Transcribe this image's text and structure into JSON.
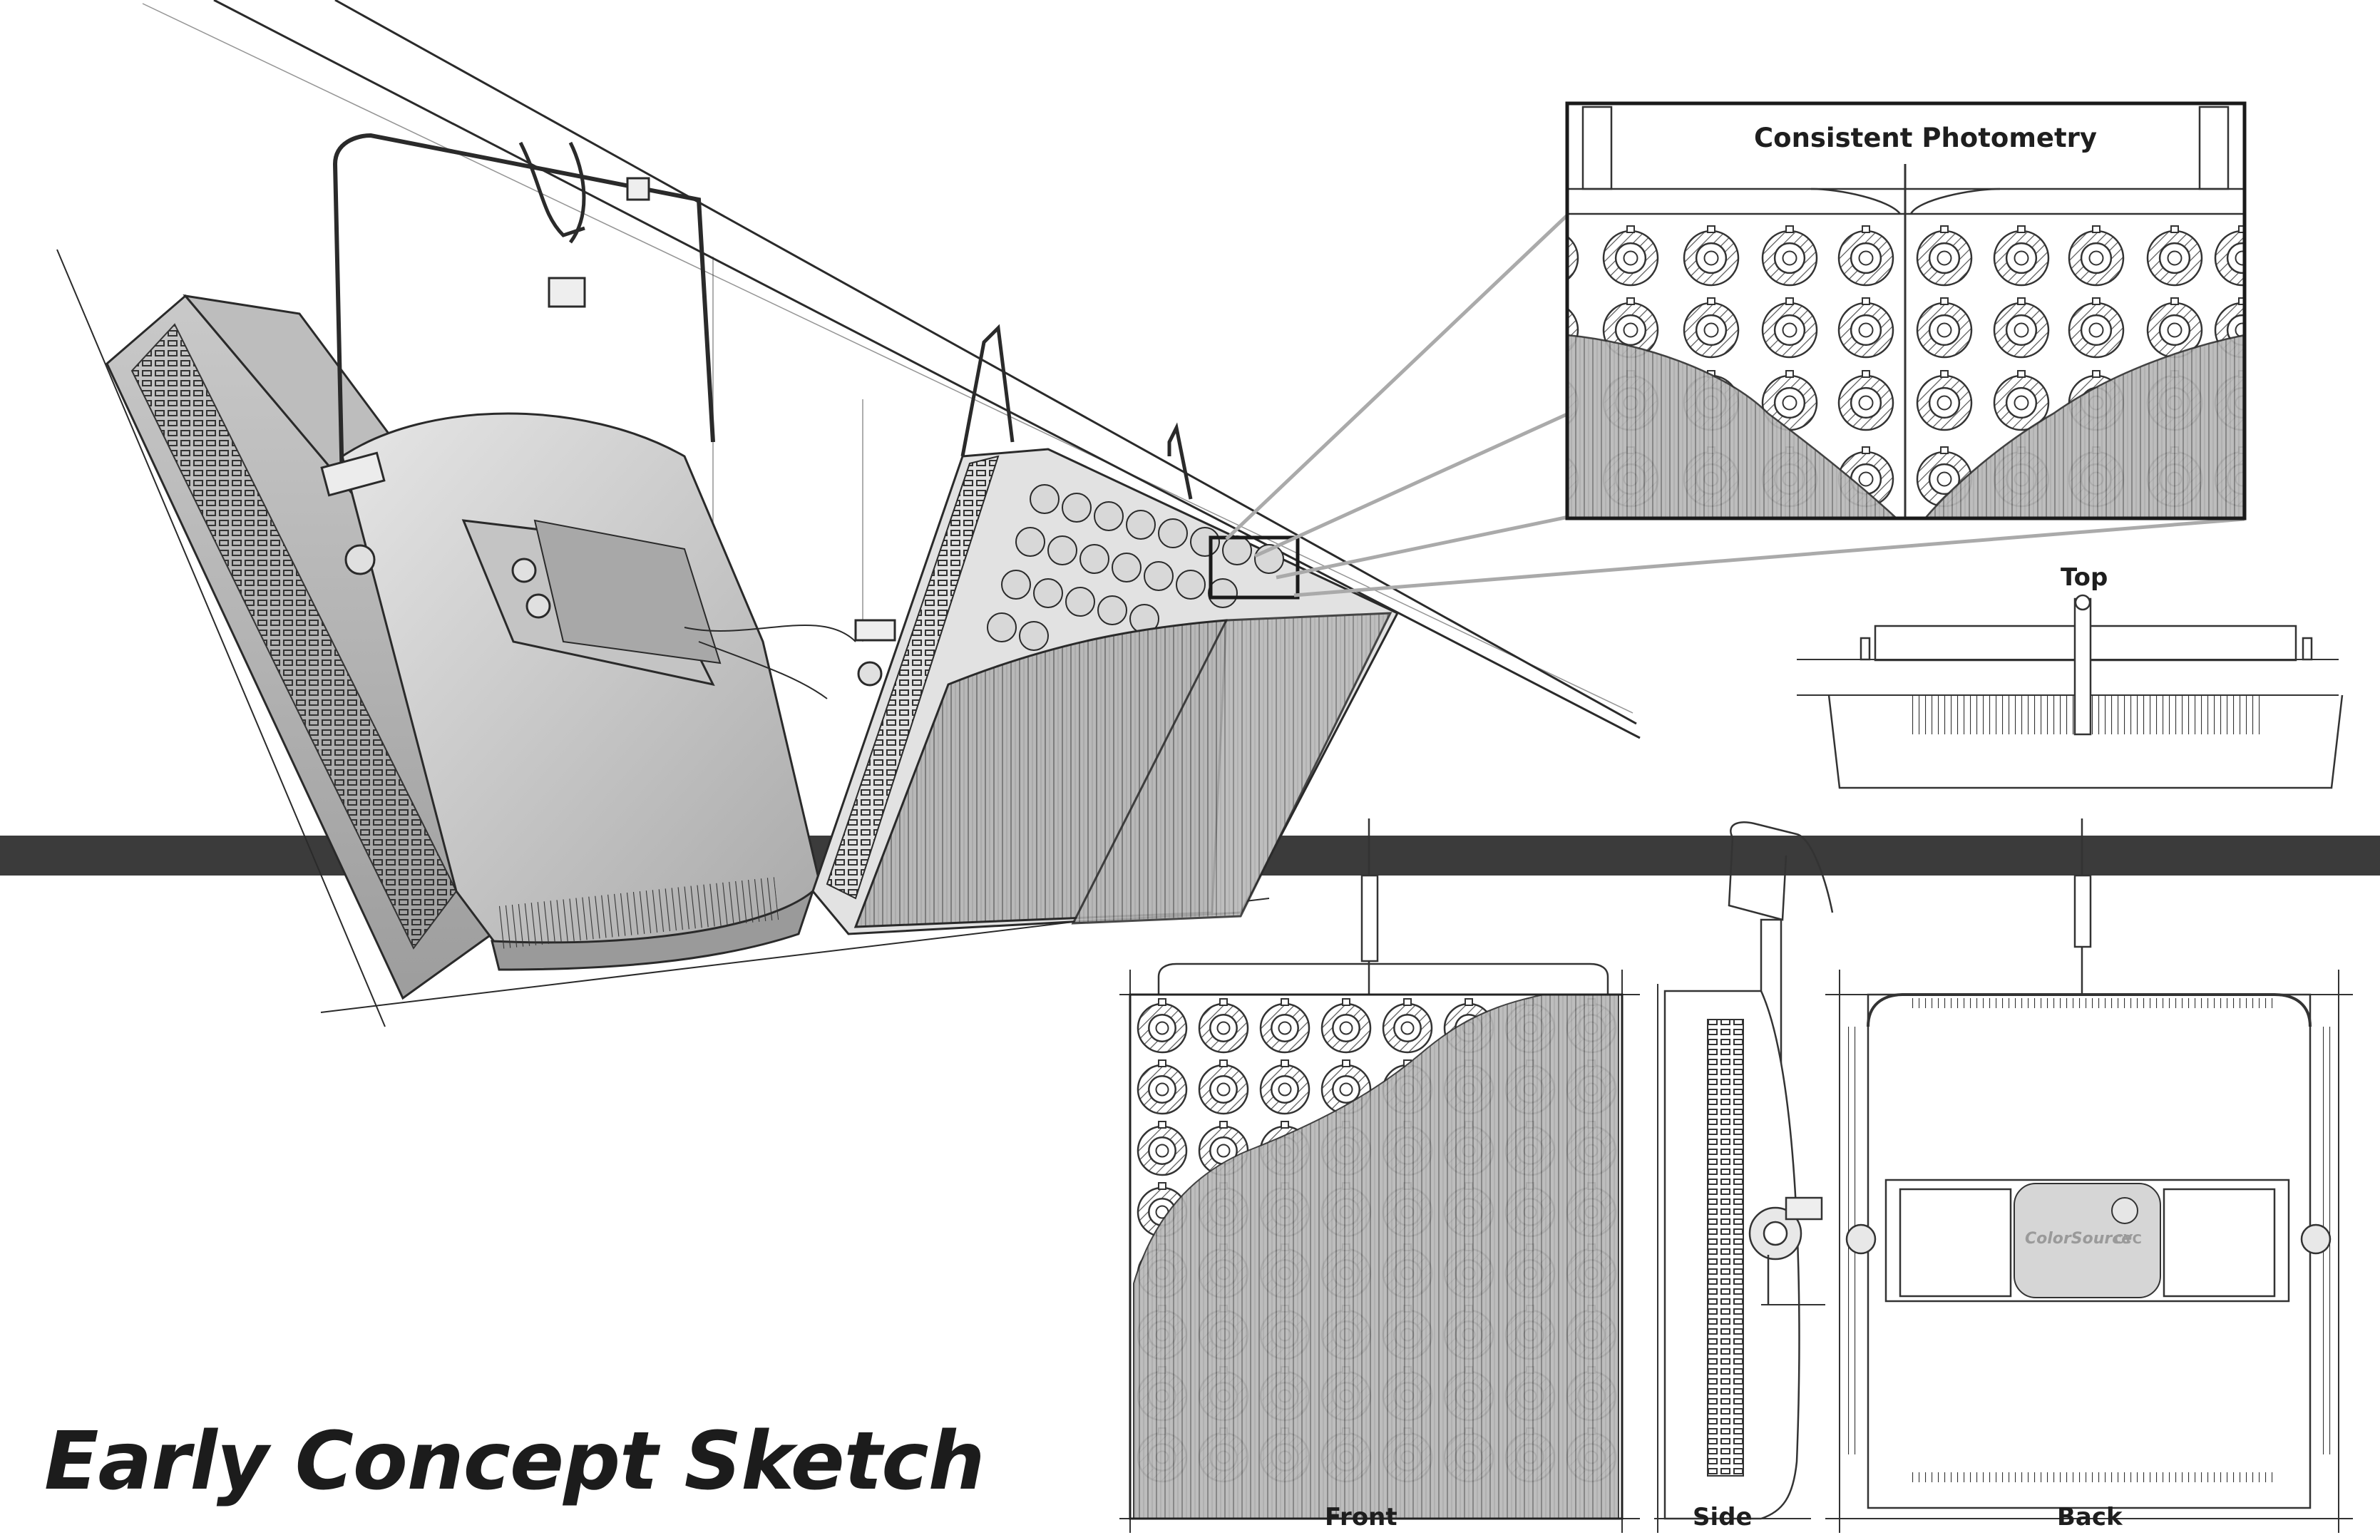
{
  "title": "Early Concept Sketch",
  "callout": {
    "heading": "Consistent Photometry"
  },
  "views": {
    "top": "Top",
    "front": "Front",
    "side": "Side",
    "back": "Back"
  },
  "badge": {
    "brand": "ColorSource",
    "model": "CYC"
  },
  "colors": {
    "band": "#3b3b3b",
    "stroke": "#2a2a2a",
    "diffuser": "#b3b3b3",
    "body": "#d2d2d2"
  }
}
